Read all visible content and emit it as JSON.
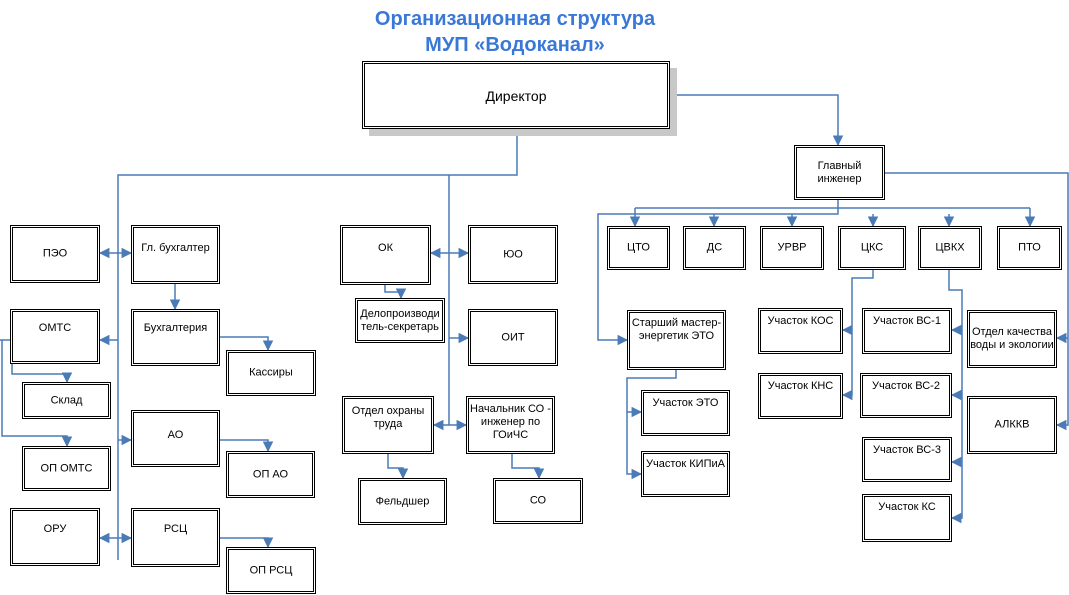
{
  "title": {
    "line1": "Организационная структура",
    "line2": "МУП «Водоканал»"
  },
  "nodes": {
    "director": "Директор",
    "chief_engineer": "Главный инженер",
    "peo": "ПЭО",
    "chief_accountant": "Гл. бухгалтер",
    "omts": "ОМТС",
    "accounting": "Бухгалтерия",
    "cashiers": "Кассиры",
    "warehouse": "Склад",
    "op_omts": "ОП ОМТС",
    "ao": "АО",
    "op_ao": "ОП АО",
    "oru": "ОРУ",
    "rsc": "РСЦ",
    "op_rsc": "ОП РСЦ",
    "ok": "ОК",
    "yuo": "ЮО",
    "clerk": "Делопроизводи тель-секретарь",
    "oit": "ОИТ",
    "labor_safety": "Отдел охраны труда",
    "go_chs": "Начальник СО - инженер по ГОиЧС",
    "paramedic": "Фельдшер",
    "so": "СО",
    "cto": "ЦТО",
    "ds": "ДС",
    "urvr": "УРВР",
    "cks": "ЦКС",
    "cvkh": "ЦВКХ",
    "pto": "ПТО",
    "senior_master": "Старший мастер-энергетик ЭТО",
    "site_kos": "Участок КОС",
    "site_vs1": "Участок ВС-1",
    "quality_dept": "Отдел качества воды и экологии",
    "site_kns": "Участок КНС",
    "site_vs2": "Участок ВС-2",
    "alkkv": "АЛККВ",
    "site_eto": "Участок ЭТО",
    "site_kipia": "Участок КИПиА",
    "site_vs3": "Участок ВС-3",
    "site_ks": "Участок КС"
  },
  "colors": {
    "title": "#3a78d8",
    "connector": "#4a7bb7",
    "border": "#000000",
    "shadow": "#c8c8c8"
  }
}
